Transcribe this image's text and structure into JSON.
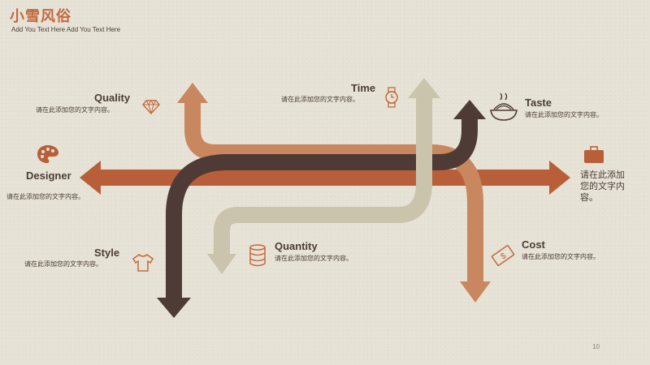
{
  "slide": {
    "title": "小雪风俗",
    "subtitle": "Add You Text Here Add You Text Here",
    "page_number": "10"
  },
  "items": {
    "quality": {
      "label": "Quality",
      "desc": "请在此添加您的文字内容。"
    },
    "time": {
      "label": "Time",
      "desc": "请在此添加您的文字内容。"
    },
    "taste": {
      "label": "Taste",
      "desc": "请在此添加您的文字内容。"
    },
    "designer": {
      "label": "Designer",
      "desc": "请在此添加您的文字内容。"
    },
    "right": {
      "desc": "请在此添加您的文字内容。"
    },
    "style": {
      "label": "Style",
      "desc": "请在此添加您的文字内容。"
    },
    "quantity": {
      "label": "Quantity",
      "desc": "请在此添加您的文字内容。"
    },
    "cost": {
      "label": "Cost",
      "desc": "请在此添加您的文字内容。"
    }
  },
  "colors": {
    "dark_brown": "#4e3b35",
    "rust": "#b85f3a",
    "tan": "#c8875e",
    "sand": "#c9c4ab",
    "title": "#c36a3d"
  },
  "icons": [
    "diamond-icon",
    "watch-icon",
    "noodle-bowl-icon",
    "palette-icon",
    "briefcase-icon",
    "tshirt-icon",
    "database-icon",
    "money-icon"
  ]
}
